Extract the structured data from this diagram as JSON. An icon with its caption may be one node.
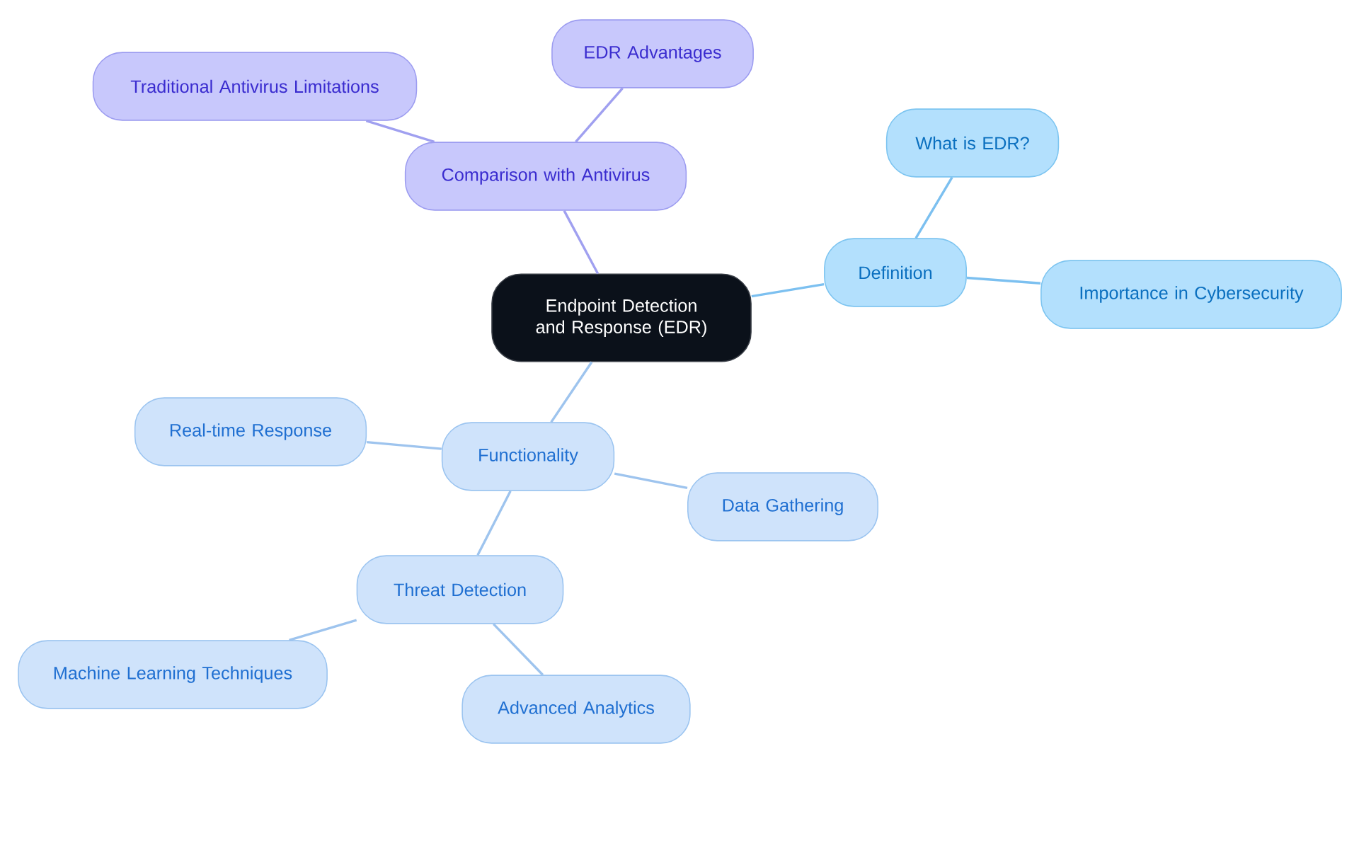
{
  "diagram": {
    "nodes": [
      {
        "text": [
          "Endpoint Detection and Response (EDR)"
        ]
      },
      {
        "text": [
          "Comparison with Antivirus"
        ]
      },
      {
        "text": [
          "Traditional Antivirus Limitations"
        ]
      },
      {
        "text": [
          "EDR Advantages"
        ]
      },
      {
        "text": [
          "Definition"
        ]
      },
      {
        "text": [
          "What is EDR?"
        ]
      },
      {
        "text": [
          "Importance in Cybersecurity"
        ]
      },
      {
        "text": [
          "Functionality"
        ]
      },
      {
        "text": [
          "Real-time Response"
        ]
      },
      {
        "text": [
          "Data Gathering"
        ]
      },
      {
        "text": [
          "Threat Detection"
        ]
      },
      {
        "text": [
          "Machine Learning Techniques"
        ]
      },
      {
        "text": [
          "Advanced Analytics"
        ]
      }
    ],
    "edges": [
      {
        "from": 0,
        "to": 1,
        "arrow": "none",
        "color": "#a0a0f0"
      },
      {
        "from": 1,
        "to": 2,
        "arrow": "none",
        "color": "#a0a0f0"
      },
      {
        "from": 1,
        "to": 3,
        "arrow": "none",
        "color": "#a0a0f0"
      },
      {
        "from": 0,
        "to": 4,
        "arrow": "none",
        "color": "#7cc0f0"
      },
      {
        "from": 4,
        "to": 5,
        "arrow": "none",
        "color": "#7cc0f0"
      },
      {
        "from": 4,
        "to": 6,
        "arrow": "none",
        "color": "#7cc0f0"
      },
      {
        "from": 0,
        "to": 7,
        "arrow": "none"
      },
      {
        "from": 7,
        "to": 8,
        "arrow": "none"
      },
      {
        "from": 7,
        "to": 9,
        "arrow": "none"
      },
      {
        "from": 7,
        "to": 10,
        "arrow": "none"
      },
      {
        "from": 10,
        "to": 11,
        "arrow": "none"
      },
      {
        "from": 10,
        "to": 12,
        "arrow": "none"
      }
    ]
  }
}
